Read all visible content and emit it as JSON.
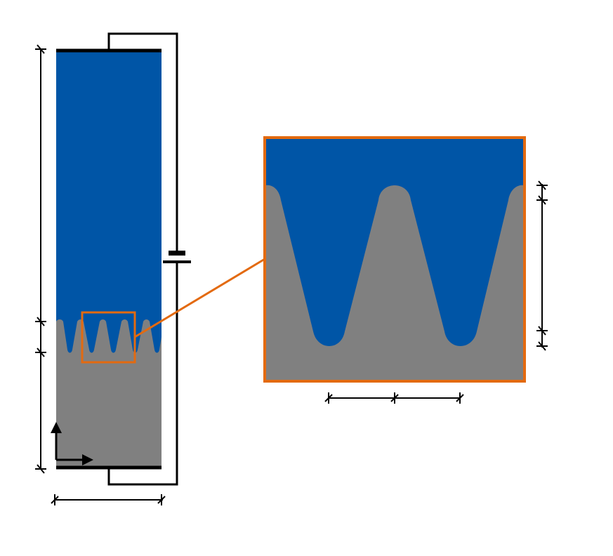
{
  "colors": {
    "electrolyte": "#0055a6",
    "deposit": "#808080",
    "highlight": "#e36a10",
    "line": "#000000",
    "background": "#ffffff"
  },
  "diagram": {
    "type": "electrodeposition-cell-schematic",
    "overview_fingers": 6,
    "zoom_peaks": 3,
    "zoom_valleys": 2,
    "dimension_lines": [
      "cell-height",
      "electrolyte-height",
      "deposit-height",
      "cell-width",
      "finger-spacing-1",
      "finger-spacing-2",
      "finger-height",
      "finger-cap"
    ],
    "components": [
      "top-electrode",
      "bottom-electrode",
      "external-circuit-wire",
      "battery",
      "coordinate-axes",
      "zoom-indicator-box",
      "zoom-inset"
    ]
  }
}
